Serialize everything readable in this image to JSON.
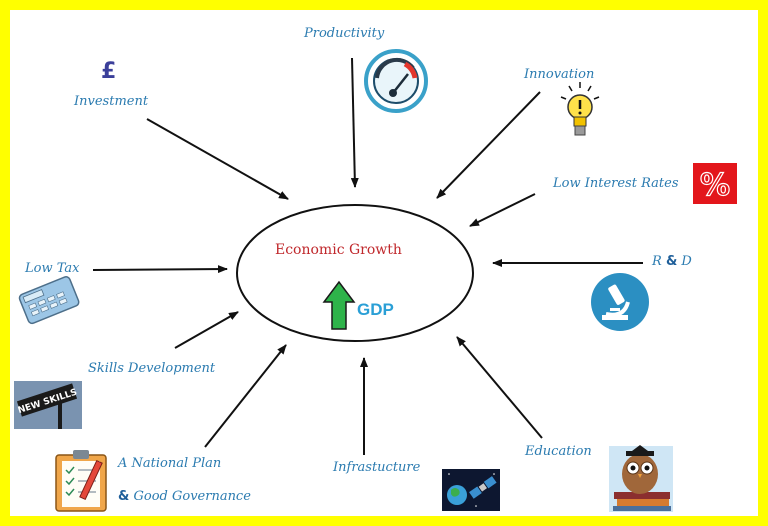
{
  "center": {
    "title": "Economic Growth",
    "gdp_label": "GDP"
  },
  "factors": {
    "productivity": "Productivity",
    "investment": "Investment",
    "innovation": "Innovation",
    "low_interest_rates": "Low Interest Rates",
    "rd_left": "R",
    "rd_amp": "&",
    "rd_right": "D",
    "low_tax": "Low Tax",
    "skills_development": "Skills Development",
    "national_plan_line1": "A National Plan",
    "national_plan_amp": "&",
    "national_plan_line2": "Good Governance",
    "infrastructure": "Infrastucture",
    "education": "Education"
  },
  "icons": {
    "pound": "£",
    "percent": "%",
    "new_skills_sign": "NEW SKILLS"
  },
  "colors": {
    "border": "#ffff00",
    "label": "#2b7bb0",
    "center_title": "#c0282c",
    "gdp": "#2a9fd6",
    "gdp_arrow": "#2eb34a",
    "percent_box": "#e3161b"
  }
}
